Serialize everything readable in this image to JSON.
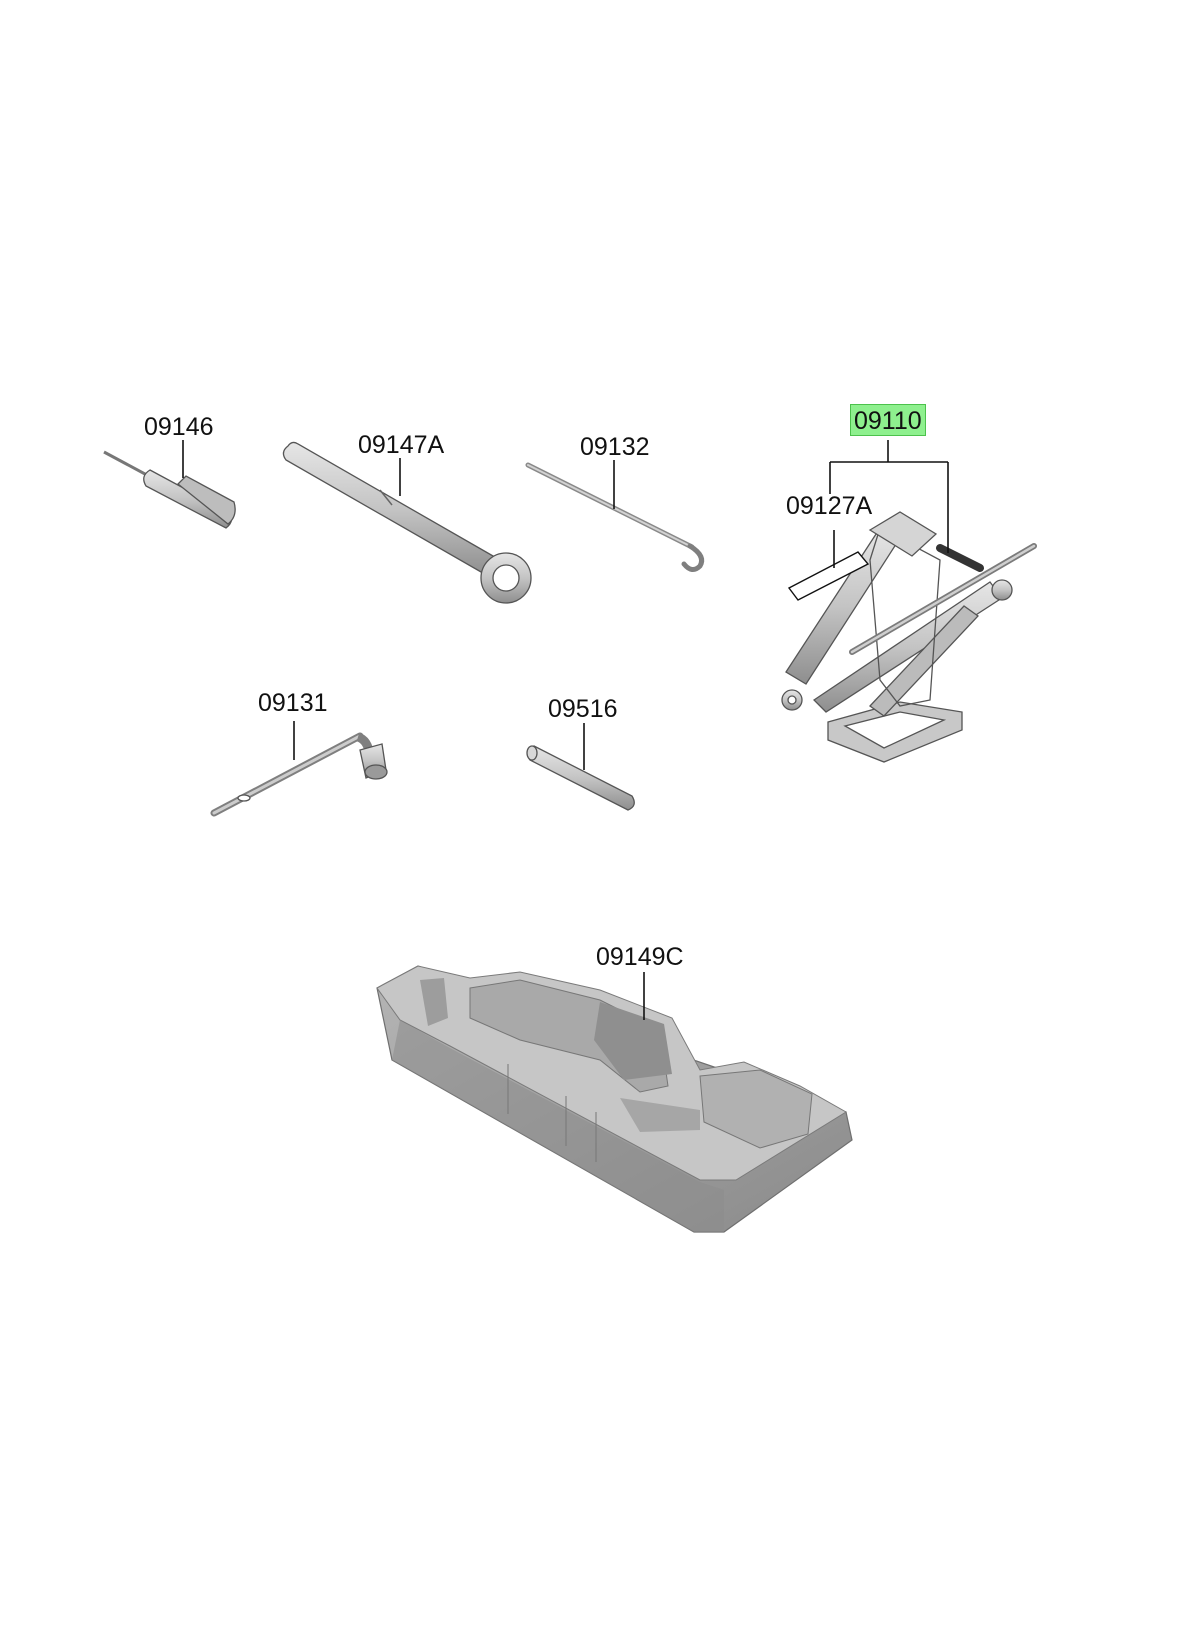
{
  "diagram": {
    "highlight_color": "#8ef08e",
    "part_fill": "#cfcfcf",
    "part_shadow": "#9a9a9a",
    "parts": [
      {
        "id": "p09146",
        "label": "09146",
        "description": "screwdriver"
      },
      {
        "id": "p09147A",
        "label": "09147A",
        "description": "wheel-nut-wrench-handle"
      },
      {
        "id": "p09132",
        "label": "09132",
        "description": "hook-rod"
      },
      {
        "id": "p09110",
        "label": "09110",
        "description": "jack-assembly",
        "highlighted": true
      },
      {
        "id": "p09127A",
        "label": "09127A",
        "description": "jack-label"
      },
      {
        "id": "p09131",
        "label": "09131",
        "description": "lug-wrench"
      },
      {
        "id": "p09516",
        "label": "09516",
        "description": "extension-bar"
      },
      {
        "id": "p09149C",
        "label": "09149C",
        "description": "tool-tray"
      }
    ]
  }
}
